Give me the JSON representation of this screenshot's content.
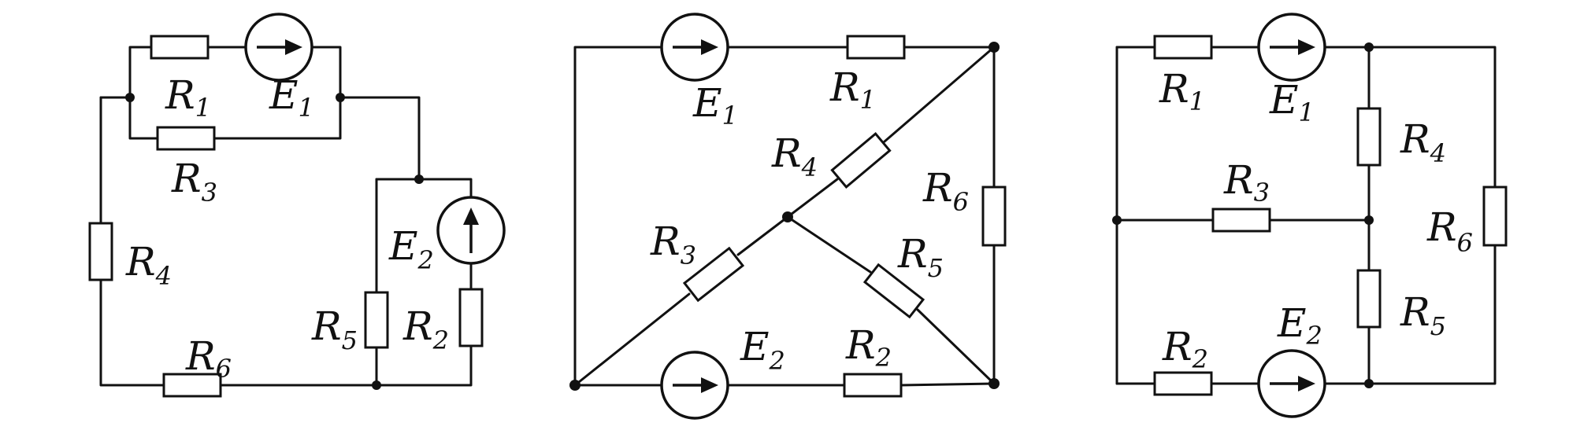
{
  "circuits": [
    {
      "name": "circuit-1",
      "labels": [
        {
          "id": "R1",
          "main": "R",
          "sub": "1"
        },
        {
          "id": "E1",
          "main": "E",
          "sub": "1"
        },
        {
          "id": "R3",
          "main": "R",
          "sub": "3"
        },
        {
          "id": "R4",
          "main": "R",
          "sub": "4"
        },
        {
          "id": "E2",
          "main": "E",
          "sub": "2"
        },
        {
          "id": "R5",
          "main": "R",
          "sub": "5"
        },
        {
          "id": "R2",
          "main": "R",
          "sub": "2"
        },
        {
          "id": "R6",
          "main": "R",
          "sub": "6"
        }
      ]
    },
    {
      "name": "circuit-2",
      "labels": [
        {
          "id": "E1",
          "main": "E",
          "sub": "1"
        },
        {
          "id": "R1",
          "main": "R",
          "sub": "1"
        },
        {
          "id": "R4",
          "main": "R",
          "sub": "4"
        },
        {
          "id": "R6",
          "main": "R",
          "sub": "6"
        },
        {
          "id": "R3",
          "main": "R",
          "sub": "3"
        },
        {
          "id": "R5",
          "main": "R",
          "sub": "5"
        },
        {
          "id": "E2",
          "main": "E",
          "sub": "2"
        },
        {
          "id": "R2",
          "main": "R",
          "sub": "2"
        }
      ]
    },
    {
      "name": "circuit-3",
      "labels": [
        {
          "id": "R1",
          "main": "R",
          "sub": "1"
        },
        {
          "id": "E1",
          "main": "E",
          "sub": "1"
        },
        {
          "id": "R4",
          "main": "R",
          "sub": "4"
        },
        {
          "id": "R3",
          "main": "R",
          "sub": "3"
        },
        {
          "id": "R6",
          "main": "R",
          "sub": "6"
        },
        {
          "id": "R5",
          "main": "R",
          "sub": "5"
        },
        {
          "id": "R2",
          "main": "R",
          "sub": "2"
        },
        {
          "id": "E2",
          "main": "E",
          "sub": "2"
        }
      ]
    }
  ],
  "colors": {
    "ink": "#111111",
    "background": "#ffffff"
  }
}
